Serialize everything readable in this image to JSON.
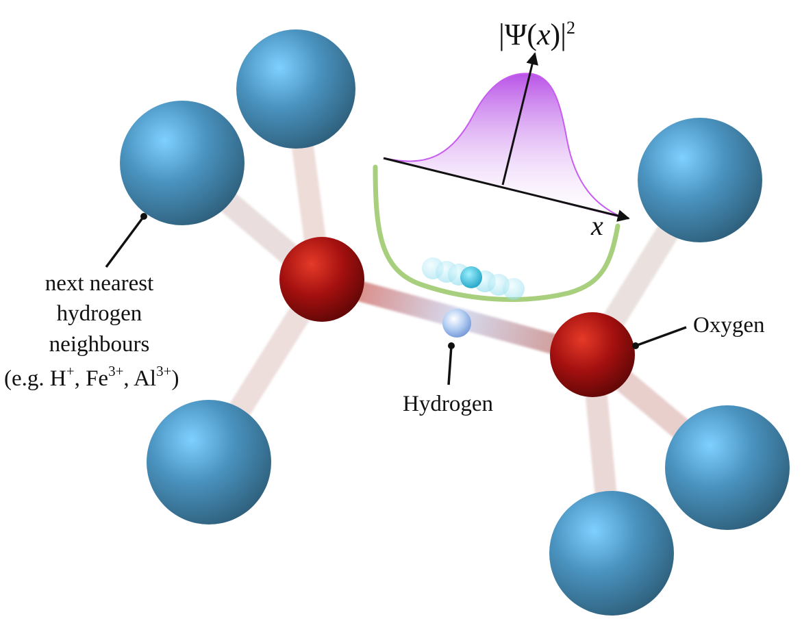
{
  "labels": {
    "neighbours_line1": "next nearest",
    "neighbours_line2": "hydrogen",
    "neighbours_line3": "neighbours",
    "neighbours_line4_prefix": "(e.g. H",
    "neighbours_sup1": "+",
    "neighbours_mid1": ", Fe",
    "neighbours_sup2": "3+",
    "neighbours_mid2": ", Al",
    "neighbours_sup3": "3+",
    "neighbours_suffix": ")",
    "oxygen": "Oxygen",
    "hydrogen": "Hydrogen"
  },
  "wavefunction": {
    "axis_title_bar_open": "|",
    "axis_title_psi": "Ψ(",
    "axis_title_x": "x",
    "axis_title_close": ")|",
    "axis_title_exp": "2",
    "x_axis_label": "x"
  },
  "colors": {
    "neighbour_atom": "#3d84ad",
    "oxygen_atom": "#a3100f",
    "hydrogen_atom": "#a9c6ef",
    "potential_well": "#a8cf7e",
    "wavefunction_fill": "#c05ce8",
    "bond": "#e4c8c4"
  }
}
